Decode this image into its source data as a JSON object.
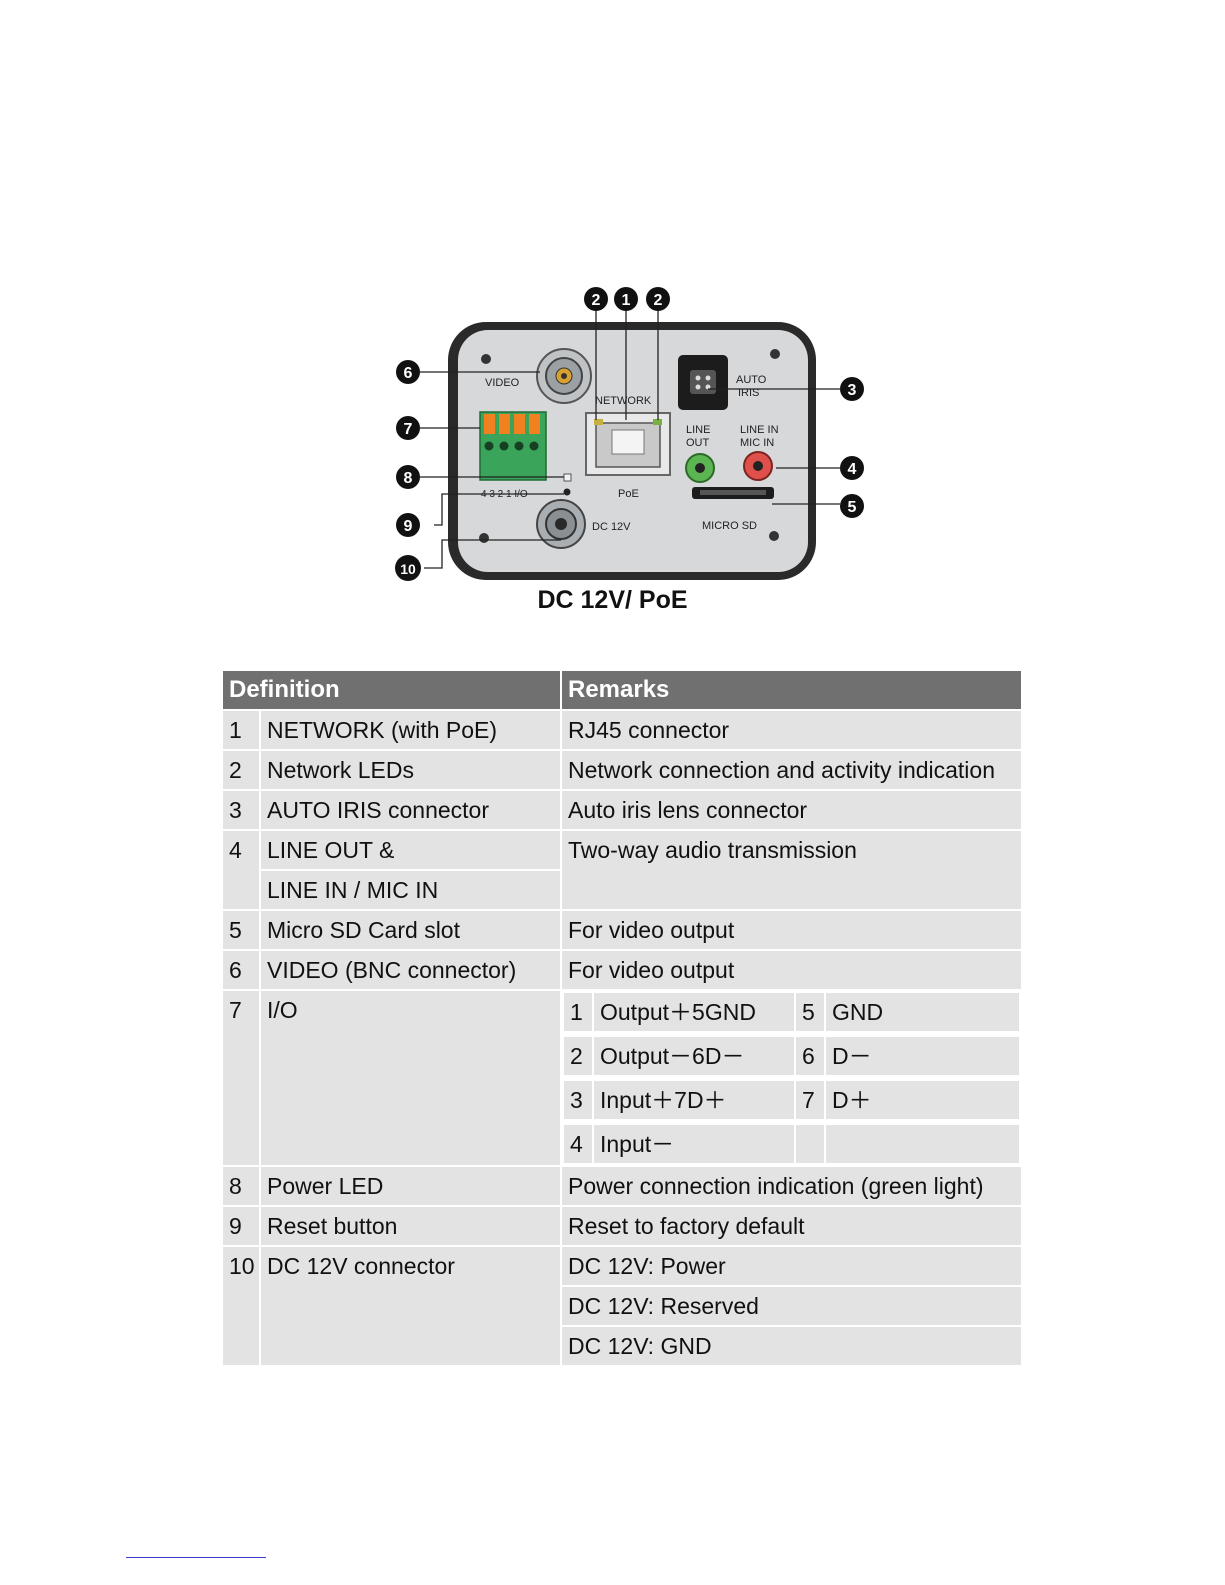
{
  "figure": {
    "callouts": [
      "1",
      "2",
      "2",
      "3",
      "4",
      "5",
      "6",
      "7",
      "8",
      "9",
      "10"
    ],
    "labels": {
      "video": "VIDEO",
      "network": "NETWORK",
      "poe": "PoE",
      "auto_iris": [
        "AUTO",
        "IRIS"
      ],
      "line_out": [
        "LINE",
        "OUT"
      ],
      "line_in": [
        "LINE IN",
        "MIC  IN"
      ],
      "micro_sd": "MICRO SD",
      "dc12v": "DC 12V",
      "io_pins": "4  3  2  1 I/O"
    },
    "colors": {
      "housing": "#2a2a2a",
      "panel": "#d6d8da",
      "terminal_block": "#3aa45a",
      "terminal_tabs": "#f08020",
      "line_out_jack": "#5ab552",
      "line_in_jack": "#e0504a"
    }
  },
  "caption": "DC 12V/ PoE",
  "table": {
    "headers": [
      "Definition",
      "Remarks"
    ],
    "rows": [
      {
        "num": "1",
        "def": "NETWORK (with PoE)",
        "remarks": [
          "RJ45 connector"
        ]
      },
      {
        "num": "2",
        "def": "Network LEDs",
        "remarks": [
          "Network connection and activity indication"
        ]
      },
      {
        "num": "3",
        "def": "AUTO IRIS connector",
        "remarks": [
          "Auto iris lens connector"
        ]
      },
      {
        "num": "4",
        "def": [
          "LINE OUT &",
          "LINE IN / MIC IN"
        ],
        "remarks": [
          "Two-way audio transmission"
        ]
      },
      {
        "num": "5",
        "def": "Micro SD Card slot",
        "remarks": [
          "For video output"
        ]
      },
      {
        "num": "6",
        "def": "VIDEO (BNC connector)",
        "remarks": [
          "For video output"
        ]
      },
      {
        "num": "7",
        "def": "I/O",
        "io": [
          {
            "n1": "1",
            "l1": "Output＋5GND",
            "n2": "5",
            "l2": "GND"
          },
          {
            "n1": "2",
            "l1": "Output－6D－",
            "n2": "6",
            "l2": "D－"
          },
          {
            "n1": "3",
            "l1": "Input＋7D＋",
            "n2": "7",
            "l2": "D＋"
          },
          {
            "n1": "4",
            "l1": "Input－",
            "n2": "",
            "l2": ""
          }
        ]
      },
      {
        "num": "8",
        "def": "Power LED",
        "remarks": [
          "Power connection indication (green light)"
        ]
      },
      {
        "num": "9",
        "def": "Reset button",
        "remarks": [
          "Reset to factory default"
        ]
      },
      {
        "num": "10",
        "def": "DC 12V connector",
        "remarks": [
          "DC 12V: Power",
          "DC 12V: Reserved",
          "DC 12V: GND"
        ]
      }
    ]
  }
}
